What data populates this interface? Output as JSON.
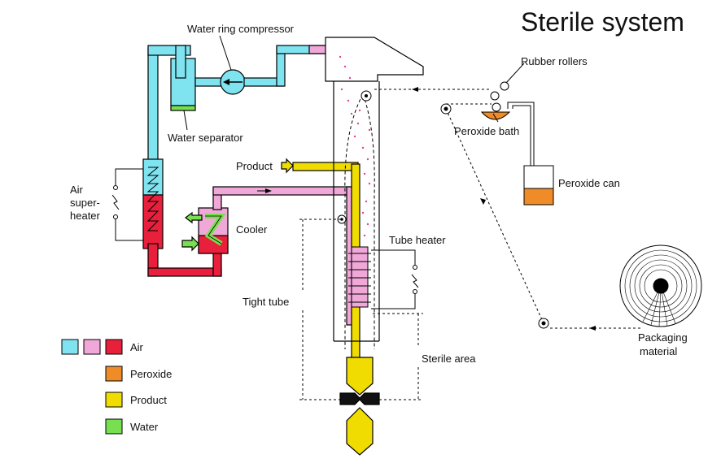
{
  "title": "Sterile system",
  "labels": {
    "water_ring_compressor": "Water ring compressor",
    "rubber_rollers": "Rubber rollers",
    "water_separator": "Water separator",
    "peroxide_bath": "Peroxide bath",
    "product": "Product",
    "peroxide_can": "Peroxide can",
    "air_superheater_1": "Air",
    "air_superheater_2": "super-",
    "air_superheater_3": "heater",
    "cooler": "Cooler",
    "tube_heater": "Tube heater",
    "tight_tube": "Tight tube",
    "sterile_area": "Sterile area",
    "packaging_material_1": "Packaging",
    "packaging_material_2": "material"
  },
  "legend": [
    {
      "label": "Air",
      "colors": [
        "#7fe3f0",
        "#f0a8d8",
        "#e8203c"
      ]
    },
    {
      "label": "Peroxide",
      "colors": [
        "#f08c28"
      ]
    },
    {
      "label": "Product",
      "colors": [
        "#f0dc00"
      ]
    },
    {
      "label": "Water",
      "colors": [
        "#78e050"
      ]
    }
  ],
  "colors": {
    "air_cold": "#7fe3f0",
    "air_warm": "#f0a8d8",
    "air_hot": "#e8203c",
    "peroxide": "#f08c28",
    "product": "#f0dc00",
    "water": "#78e050"
  }
}
